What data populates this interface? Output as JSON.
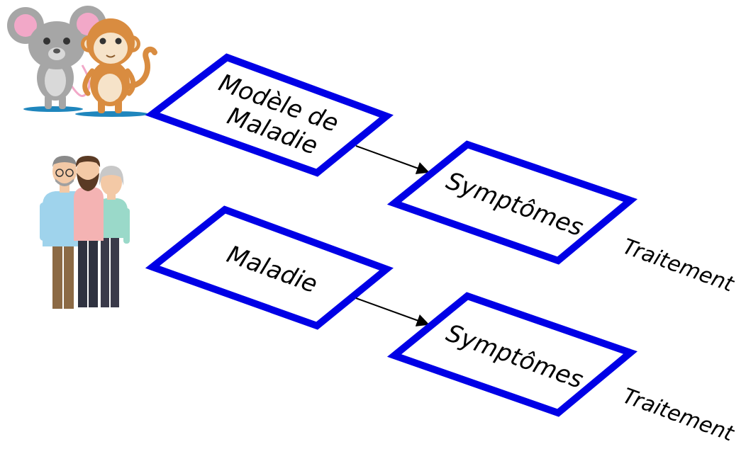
{
  "diagram": {
    "rows": [
      {
        "group": "animals",
        "cause_lines": [
          "Modèle de",
          "Maladie"
        ],
        "effect": "Symptômes",
        "treatment": "Traitement"
      },
      {
        "group": "humans",
        "cause_lines": [
          "Maladie"
        ],
        "effect": "Symptômes",
        "treatment": "Traitement"
      }
    ],
    "colors": {
      "box_stroke": "#0000e6",
      "arrow": "#000000",
      "mouse": "#a6a6a6",
      "monkey": "#d98c40",
      "shadow": "#1f86bd"
    },
    "icons": [
      "mouse-icon",
      "monkey-icon",
      "elderly-man-icon",
      "bearded-man-icon",
      "elderly-woman-icon"
    ]
  }
}
